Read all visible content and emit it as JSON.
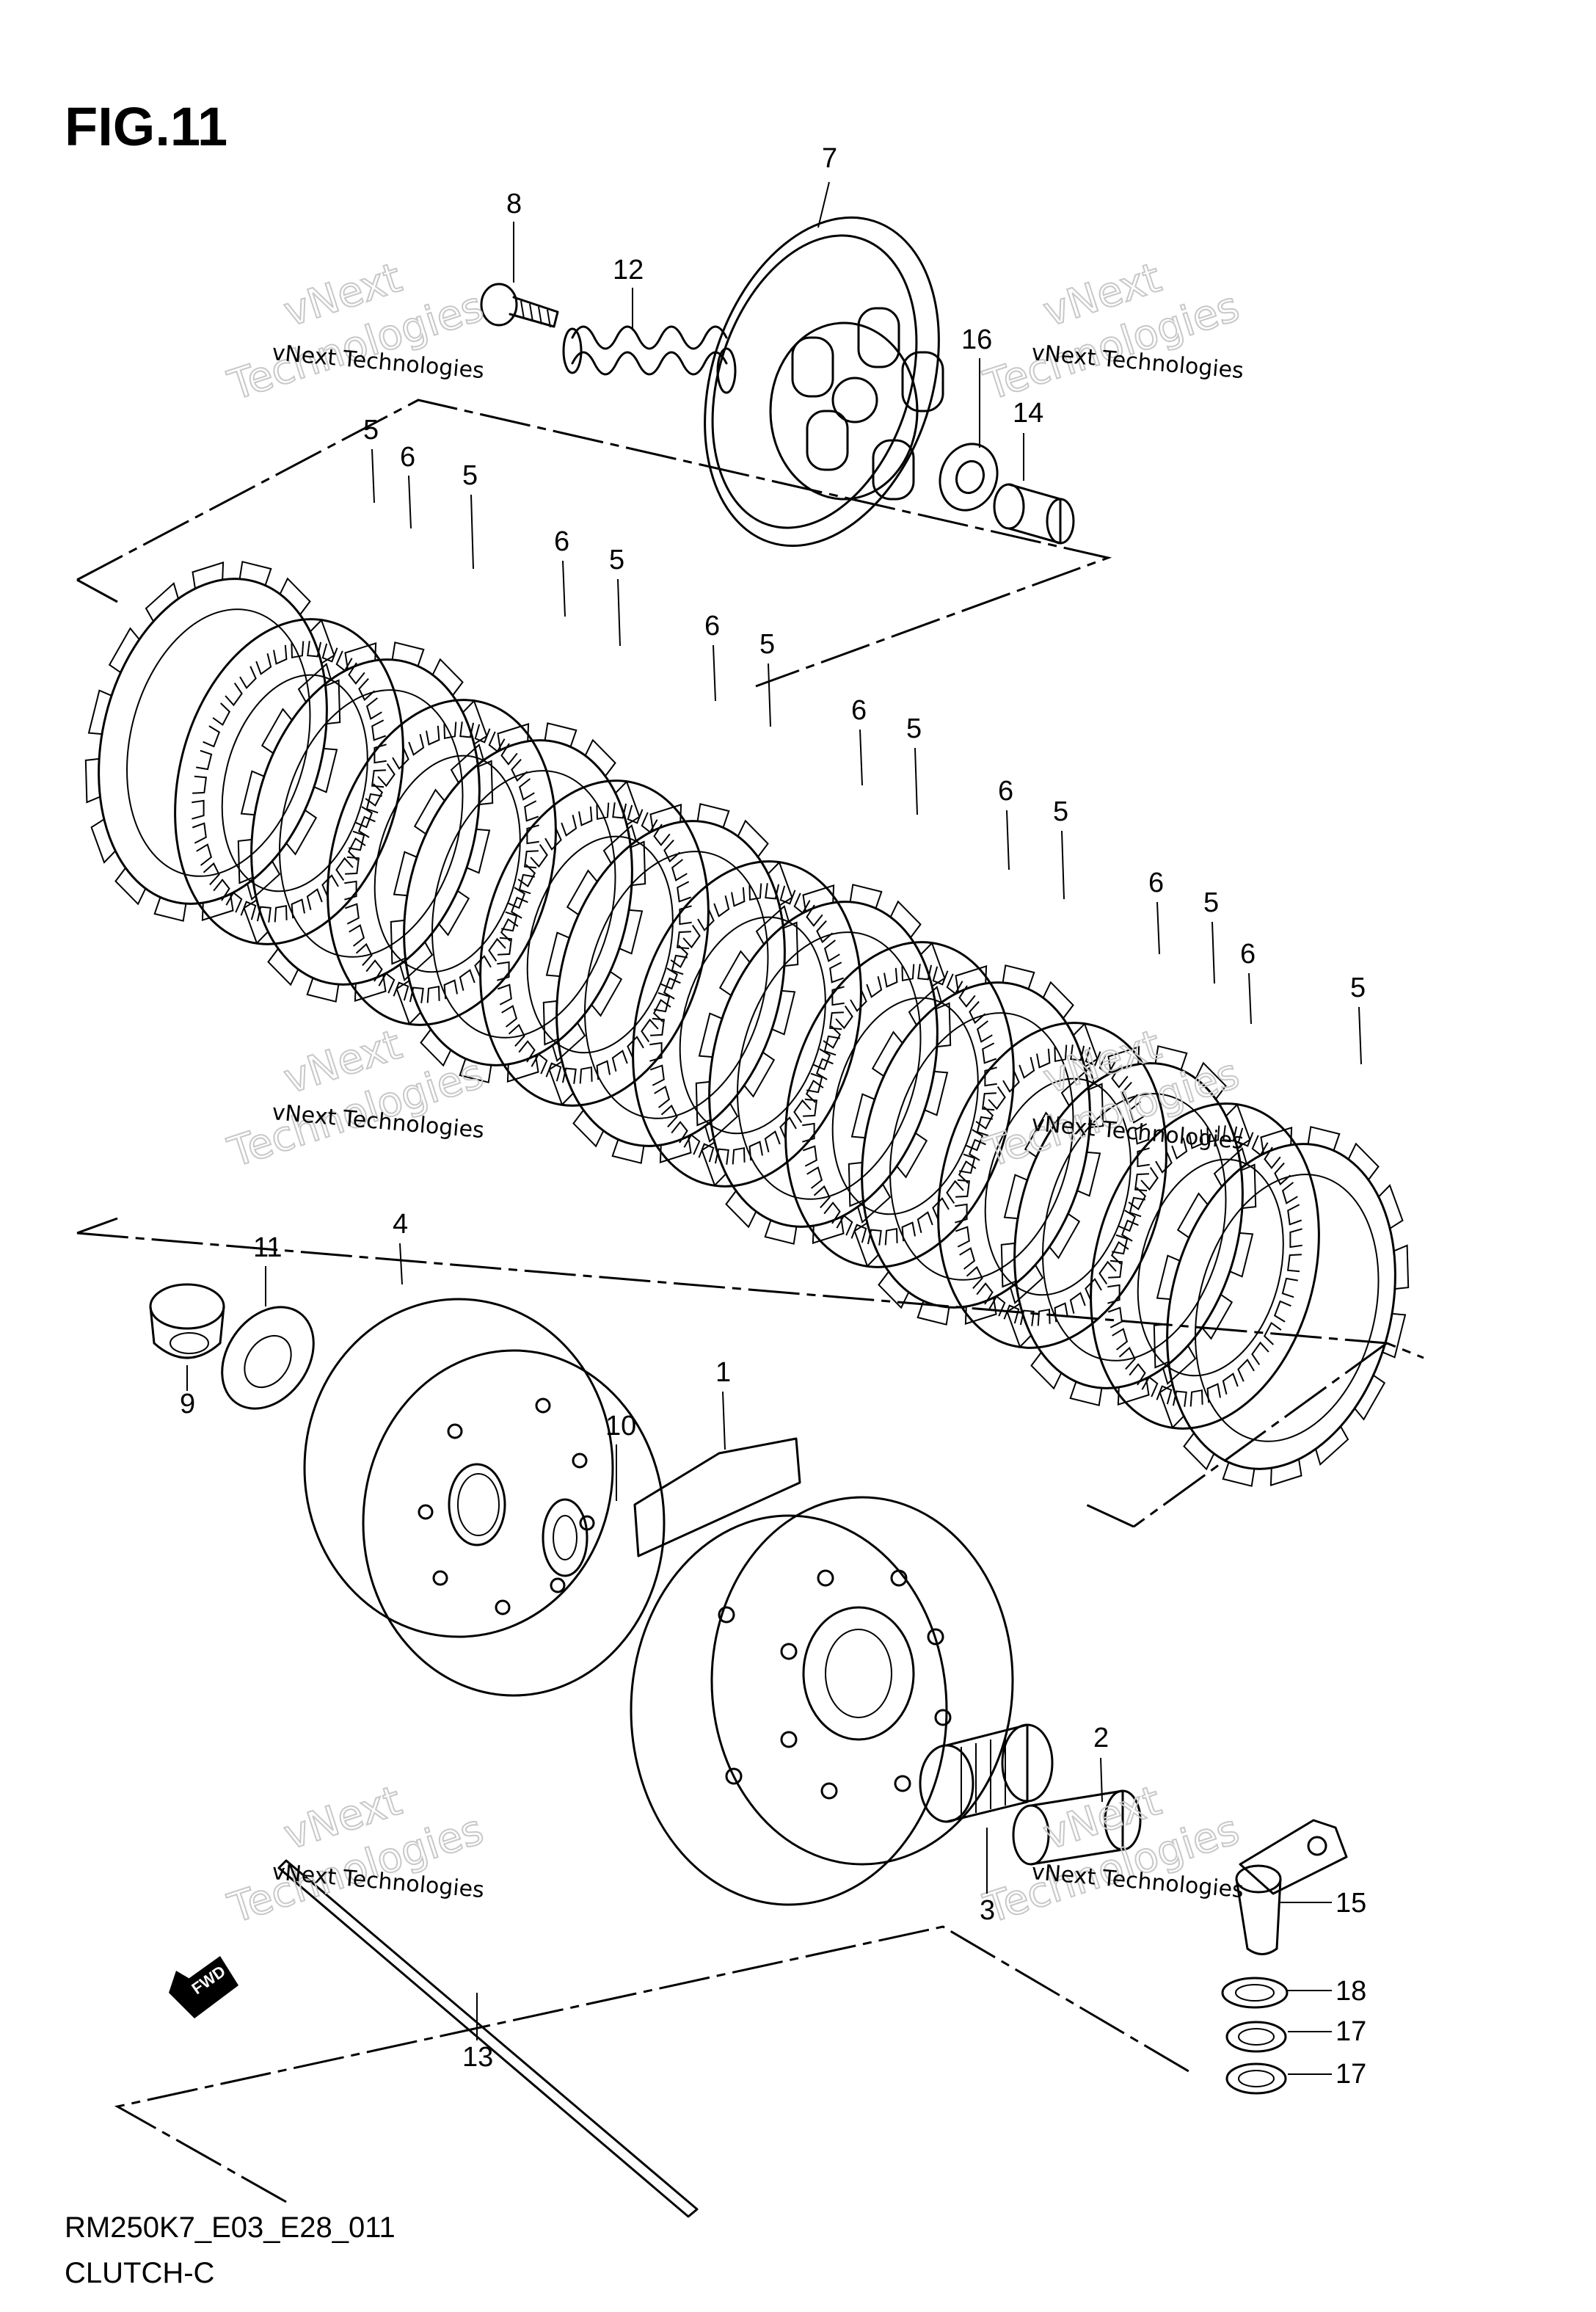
{
  "figure": {
    "title": "FIG.11"
  },
  "footer": {
    "model_code": "RM250K7_E03_E28_011",
    "section": "CLUTCH-C"
  },
  "watermark": {
    "line1": "vNext Technologies",
    "line2": "vNext",
    "line3": "Technologies"
  },
  "fwd_label": "FWD",
  "callouts": [
    {
      "id": "7",
      "label": "7"
    },
    {
      "id": "8",
      "label": "8"
    },
    {
      "id": "12",
      "label": "12"
    },
    {
      "id": "16",
      "label": "16"
    },
    {
      "id": "14",
      "label": "14"
    },
    {
      "id": "5a",
      "label": "5"
    },
    {
      "id": "6a",
      "label": "6"
    },
    {
      "id": "5b",
      "label": "5"
    },
    {
      "id": "6b",
      "label": "6"
    },
    {
      "id": "5c",
      "label": "5"
    },
    {
      "id": "6c",
      "label": "6"
    },
    {
      "id": "5d",
      "label": "5"
    },
    {
      "id": "6d",
      "label": "6"
    },
    {
      "id": "5e",
      "label": "5"
    },
    {
      "id": "6e",
      "label": "6"
    },
    {
      "id": "5f",
      "label": "5"
    },
    {
      "id": "6f",
      "label": "6"
    },
    {
      "id": "5g",
      "label": "5"
    },
    {
      "id": "6g",
      "label": "6"
    },
    {
      "id": "5h",
      "label": "5"
    },
    {
      "id": "4",
      "label": "4"
    },
    {
      "id": "11",
      "label": "11"
    },
    {
      "id": "9",
      "label": "9"
    },
    {
      "id": "10",
      "label": "10"
    },
    {
      "id": "1",
      "label": "1"
    },
    {
      "id": "2",
      "label": "2"
    },
    {
      "id": "3",
      "label": "3"
    },
    {
      "id": "15",
      "label": "15"
    },
    {
      "id": "18",
      "label": "18"
    },
    {
      "id": "17a",
      "label": "17"
    },
    {
      "id": "17b",
      "label": "17"
    },
    {
      "id": "13",
      "label": "13"
    }
  ]
}
